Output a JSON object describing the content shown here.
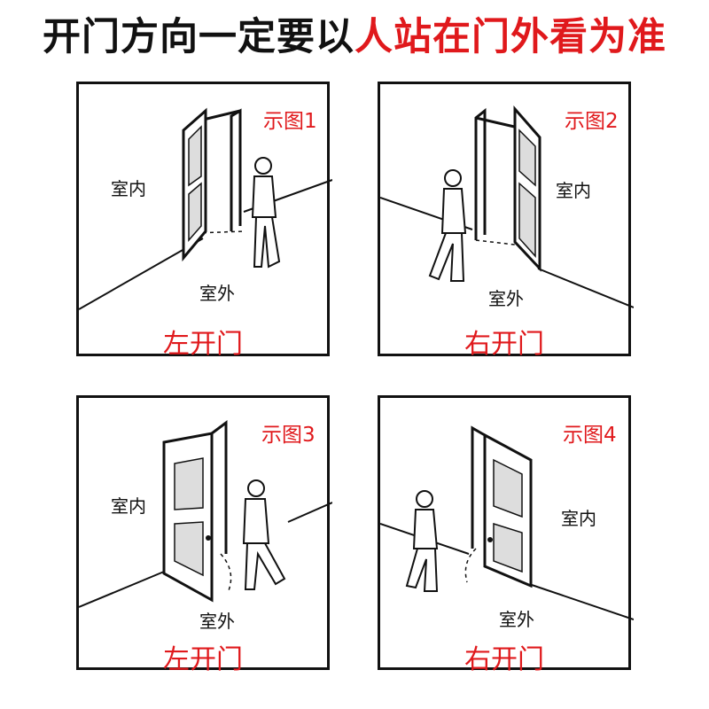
{
  "title": {
    "black_part": "开门方向一定要以",
    "red_part": "人站在门外看为准"
  },
  "panels": [
    {
      "figure_label": "示图1",
      "indoor": "室内",
      "outdoor": "室外",
      "direction": "左开门"
    },
    {
      "figure_label": "示图2",
      "indoor": "室内",
      "outdoor": "室外",
      "direction": "右开门"
    },
    {
      "figure_label": "示图3",
      "indoor": "室内",
      "outdoor": "室外",
      "direction": "左开门"
    },
    {
      "figure_label": "示图4",
      "indoor": "室内",
      "outdoor": "室外",
      "direction": "右开门"
    }
  ],
  "colors": {
    "accent_red": "#e0191c",
    "ink": "#111111"
  }
}
